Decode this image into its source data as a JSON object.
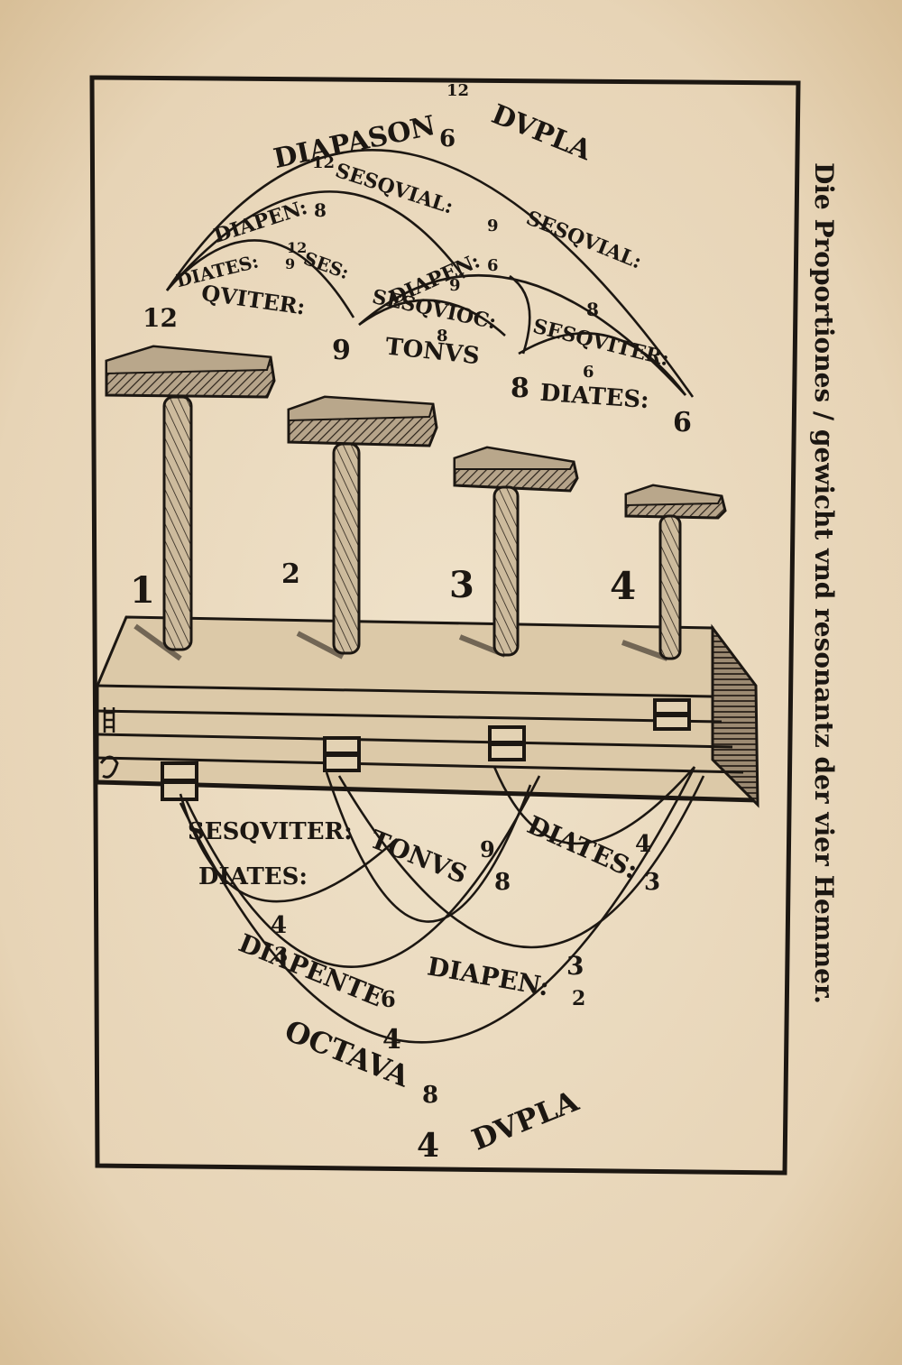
{
  "side_title": "Die Proportiones / gewicht vnd resonantz der vier Hemmer.",
  "hammers": [
    {
      "number": "1",
      "weight": "12"
    },
    {
      "number": "2",
      "weight": "9"
    },
    {
      "number": "3",
      "weight": "8"
    },
    {
      "number": "4",
      "weight": "6"
    }
  ],
  "upper": {
    "diapason": "DIAPASON",
    "dupla": "DVPLA",
    "d_12": "12",
    "d_6": "6",
    "diapen1": "DIAPEN:",
    "sesquial1": "SESQVIAL:",
    "p1_12": "12",
    "p1_8": "8",
    "diates1": "DIATES:",
    "ses1": "SES:",
    "t1_12": "12",
    "t1_9": "9",
    "quiter": "QVITER:",
    "diapen2": "DIAPEN:",
    "sesquial2": "SESQVIAL:",
    "p2_9": "9",
    "p2_6": "6",
    "sesquioc": "SESQVIOC:",
    "s2_9": "9",
    "s2_8": "8",
    "sesquiter2": "SESQVITER:",
    "s3_8": "8",
    "s3_6": "6",
    "n12": "12",
    "n9": "9",
    "tonus": "TONVS",
    "n8": "8",
    "diates2": "DIATES:",
    "n6": "6"
  },
  "lower": {
    "sesquiter": "SESQVITER:",
    "diates_a": "DIATES:",
    "tonus": "TONVS",
    "t_9": "9",
    "t_8": "8",
    "diates_b": "DIATES:",
    "b_4": "4",
    "b_3": "3",
    "a_4": "4",
    "a_3": "3",
    "diapente": "DIAPENTE",
    "e_6": "6",
    "e_4": "4",
    "diapen": "DIAPEN:",
    "f_3": "3",
    "f_2": "2",
    "octava": "OCTAVA",
    "dupla": "DVPLA",
    "o_8": "8",
    "o_4": "4"
  },
  "colors": {
    "paper": "#ecdcc1",
    "ink": "#1c1712",
    "wood": "#8a7660"
  }
}
